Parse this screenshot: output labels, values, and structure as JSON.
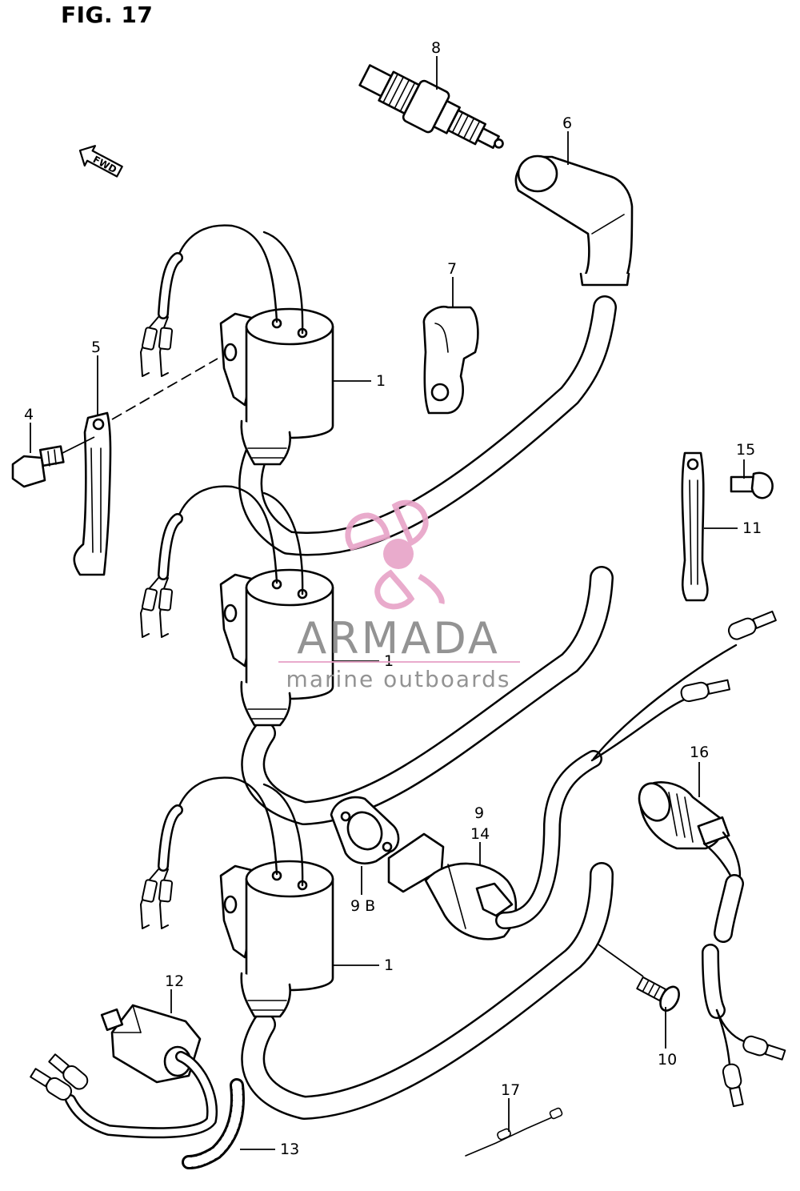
{
  "figure_title": "FIG. 17",
  "fwd_label": "FWD",
  "watermark": {
    "brand": "ARMADA",
    "tagline": "marine outboards",
    "logo": "propeller-logo",
    "colors": {
      "logo": "#e8a4c8",
      "brand_text": "#8a8a8a",
      "rule": "#e8a4c8"
    }
  },
  "callouts": {
    "c1a": "1",
    "c1b": "1",
    "c1c": "1",
    "c4": "4",
    "c5": "5",
    "c6": "6",
    "c7": "7",
    "c8": "8",
    "c9": "9",
    "c9b": "9 B",
    "c10": "10",
    "c11": "11",
    "c12": "12",
    "c13": "13",
    "c14": "14",
    "c15": "15",
    "c16": "16",
    "c17": "17"
  }
}
